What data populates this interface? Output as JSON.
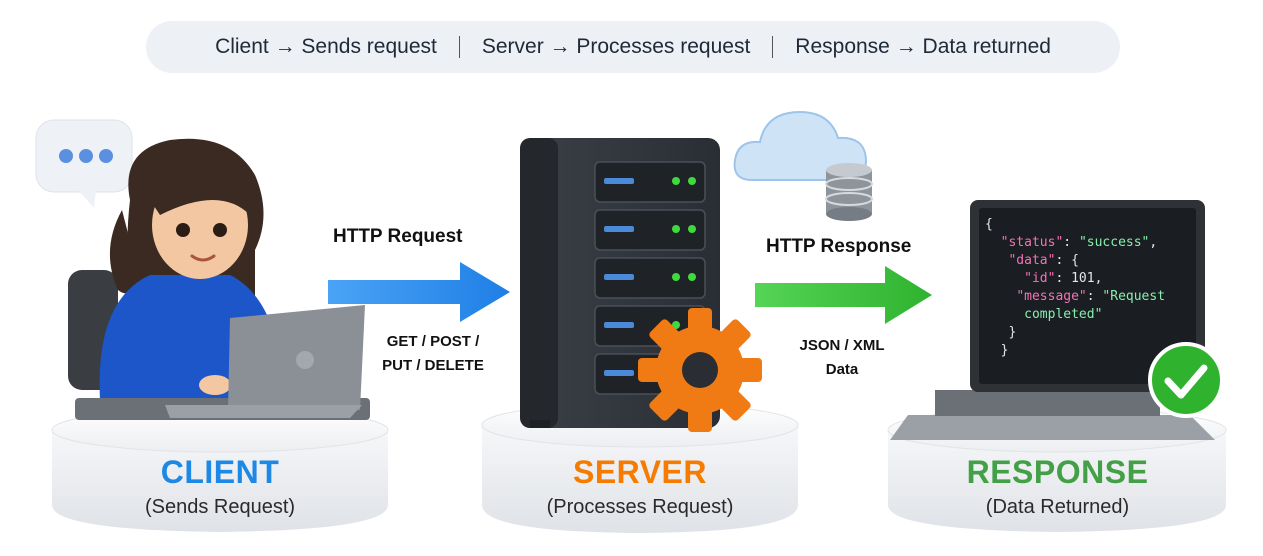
{
  "topbar": {
    "segments": [
      "Client → Sends request",
      "Server → Processes request",
      "Response → Data returned"
    ]
  },
  "client": {
    "title": "CLIENT",
    "subtitle": "(Sends Request)",
    "color": "#1e88e5"
  },
  "server": {
    "title": "SERVER",
    "subtitle": "(Processes Request)",
    "color": "#f57c00"
  },
  "response": {
    "title": "RESPONSE",
    "subtitle": "(Data Returned)",
    "color": "#43a047"
  },
  "request_arrow": {
    "label": "HTTP Request",
    "methods_line1": "GET / POST /",
    "methods_line2": "PUT / DELETE",
    "color": "#2f8ff0"
  },
  "response_arrow": {
    "label": "HTTP Response",
    "format_line1": "JSON / XML",
    "format_line2": "Data",
    "color": "#3cc43c"
  },
  "json_screen": {
    "l1": "{",
    "l2k": "\"status\"",
    "l2v": "\"success\"",
    "l3k": "\"data\"",
    "l4k": "\"id\"",
    "l4v": "101",
    "l5k": "\"message\"",
    "l5v": "\"Request",
    "l6v": "completed\"",
    "l7": "}",
    "l8": "}"
  },
  "icons": [
    "chat-bubble-icon",
    "person-icon",
    "laptop-icon",
    "server-rack-icon",
    "cloud-icon",
    "database-icon",
    "gear-icon",
    "checkmark-icon"
  ]
}
